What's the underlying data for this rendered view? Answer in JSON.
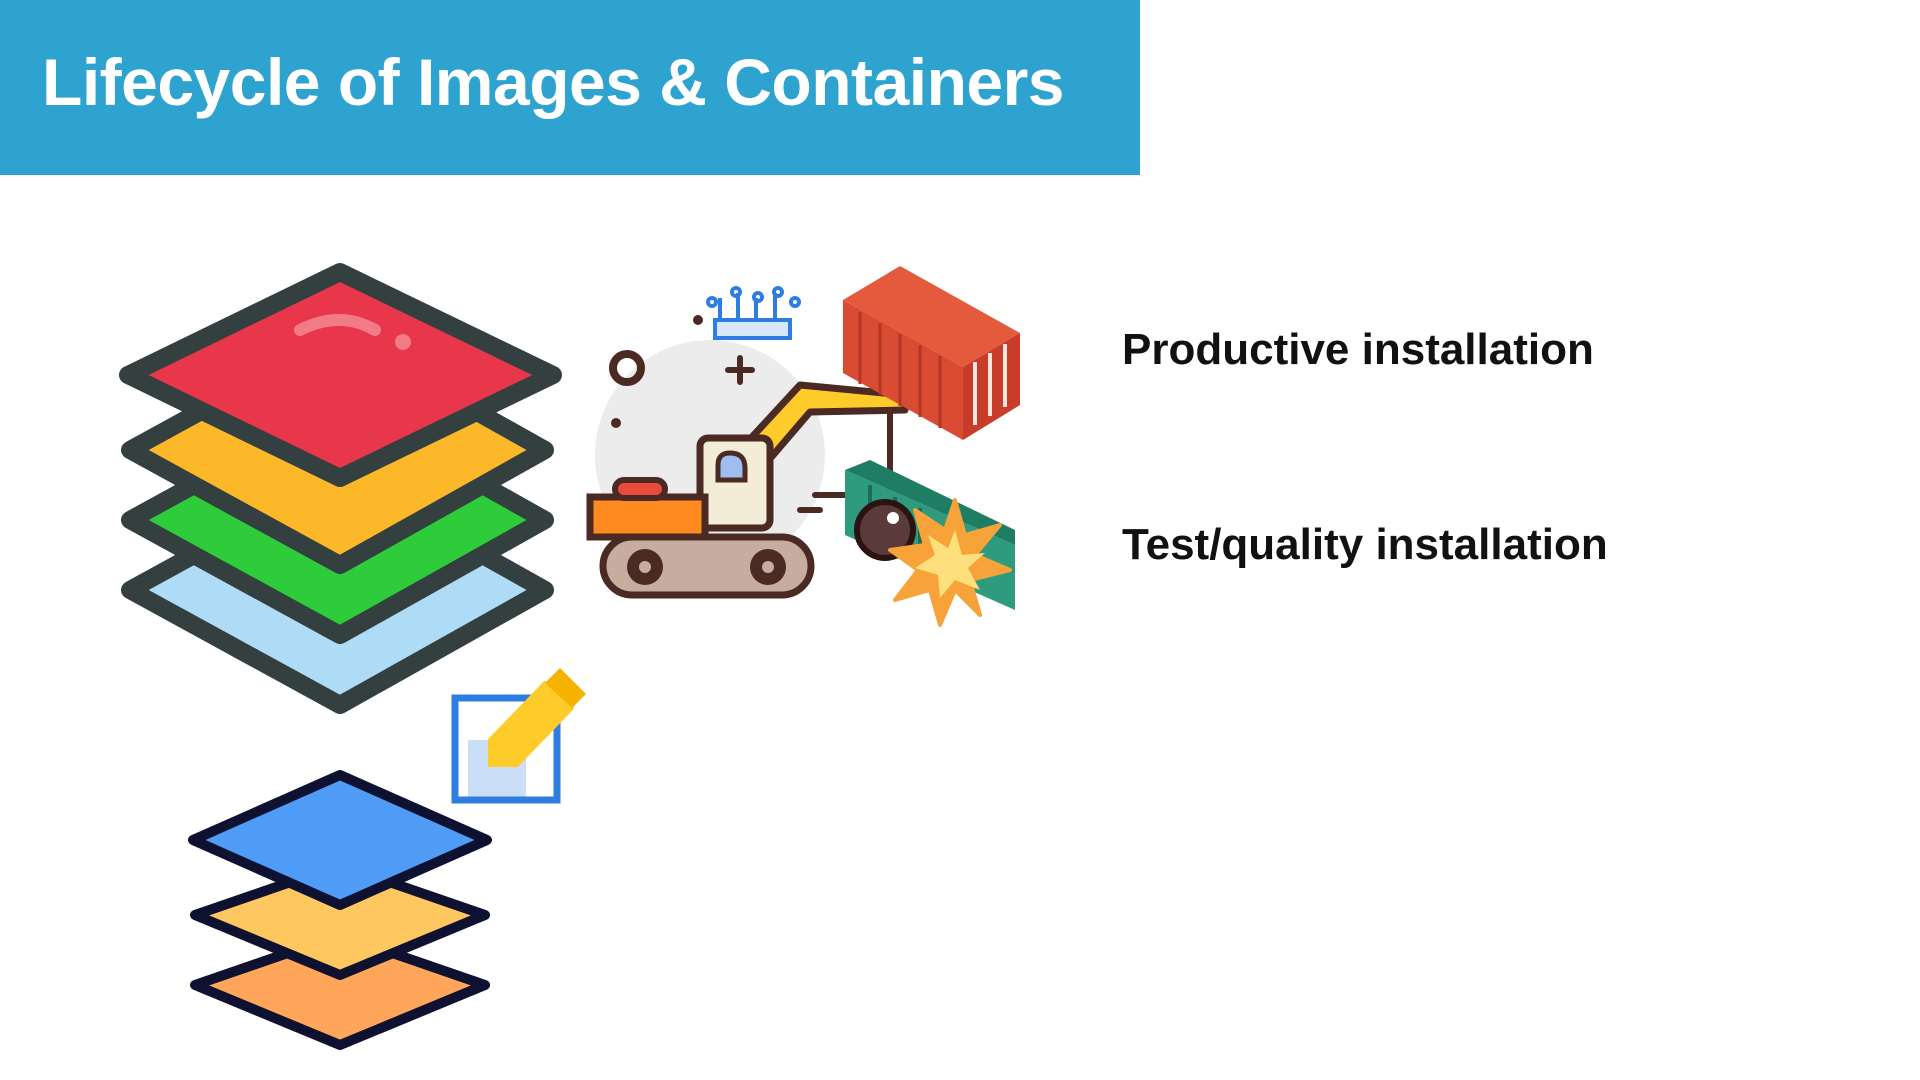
{
  "slide": {
    "title": "Lifecycle of Images & Containers",
    "labels": [
      "Productive installation",
      "Test/quality installation"
    ]
  },
  "illustrations": {
    "image_layers_stack": "layers-icon",
    "edit_icon": "edit-pencil-icon",
    "small_layers_stack": "layers-icon",
    "demolition": "excavator-wrecking-ball-icon",
    "container": "shipping-container-icon"
  },
  "colors": {
    "title_bar": "#2ea3cf",
    "title_text": "#ffffff",
    "label_text": "#111111"
  }
}
